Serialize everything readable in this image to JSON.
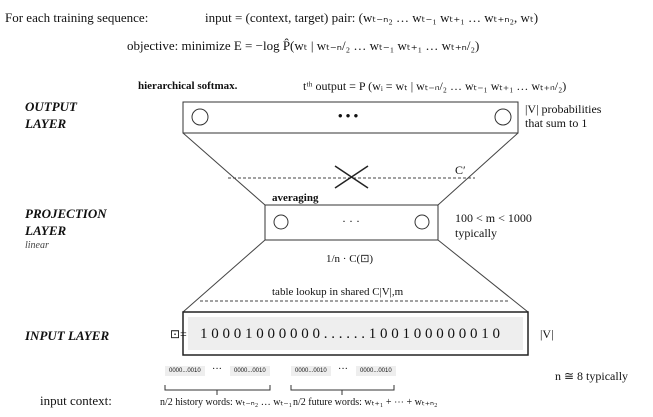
{
  "header": {
    "training_label": "For each training sequence:",
    "input_pair": "input = (context, target) pair: (wₜ₋ₙ₂ … wₜ₋₁ wₜ₊₁ … wₜ₊ₙ₂, wₜ)",
    "objective": "objective: minimize E = −log P̂(wₜ | wₜ₋ₙ/₂ … wₜ₋₁ wₜ₊₁ … wₜ₊ₙ/₂)"
  },
  "output": {
    "method": "hierarchical softmax.",
    "formula": "tᵗʰ output = P (wᵢ = wₜ | wₜ₋ₙ/₂ … wₜ₋₁ wₜ₊₁ … wₜ₊ₙ/₂)",
    "layer_label_1": "OUTPUT",
    "layer_label_2": "LAYER",
    "dots": "• • •",
    "note_1": "|V| probabilities",
    "note_2": "that sum to 1"
  },
  "weights": {
    "c_prime": "C′",
    "lookup": "table lookup in shared C|V|,m"
  },
  "projection": {
    "layer_label_1": "PROJECTION",
    "layer_label_2": "LAYER",
    "activation": "linear",
    "operation": "averaging",
    "dots": "· · ·",
    "size_note_1": "100 < m < 1000",
    "size_note_2": "typically",
    "formula": "1/n · C(⊡)"
  },
  "input": {
    "layer_label": "INPUT LAYER",
    "vector_symbol": "⊡=",
    "vector": "1 0 0 0 1 0 0 0 0 0 0 . . . . . . 1 0 0 1 0 0 0 0 0 0 1 0",
    "size": "|V|",
    "one_hot": [
      "0000...0010",
      "0000...0010",
      "0000...0010",
      "0000...0010"
    ],
    "ellipsis": "···",
    "n_note": "n ≅ 8 typically",
    "context_label": "input context:",
    "history": "n/2 history words: wₜ₋ₙ₂ … wₜ₋₁",
    "future": "n/2 future words: wₜ₊₁ + ⋯ + wₜ₊ₙ₂"
  }
}
